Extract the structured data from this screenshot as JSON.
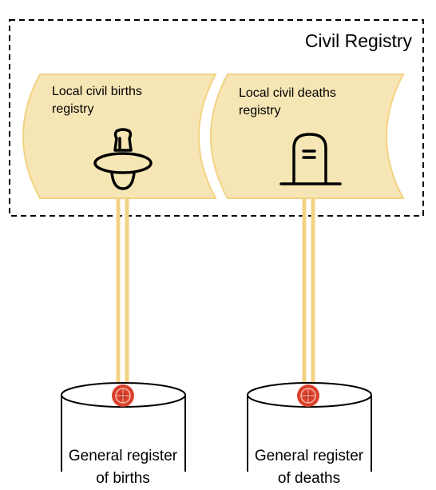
{
  "group": {
    "title": "Civil Registry"
  },
  "registries": [
    {
      "label_line1": "Local civil births",
      "label_line2": "registry",
      "icon": "pacifier-icon"
    },
    {
      "label_line1": "Local civil deaths",
      "label_line2": "registry",
      "icon": "gravestone-icon"
    }
  ],
  "databases": [
    {
      "label_line1": "General register",
      "label_line2": "of births",
      "icon": "seal-icon"
    },
    {
      "label_line1": "General register",
      "label_line2": "of deaths",
      "icon": "seal-icon"
    }
  ],
  "colors": {
    "registry_fill": "#F7E6B5",
    "registry_stroke": "#F2D383",
    "connector": "#F2D383",
    "seal": "#D9402B",
    "group_border": "#000000"
  }
}
